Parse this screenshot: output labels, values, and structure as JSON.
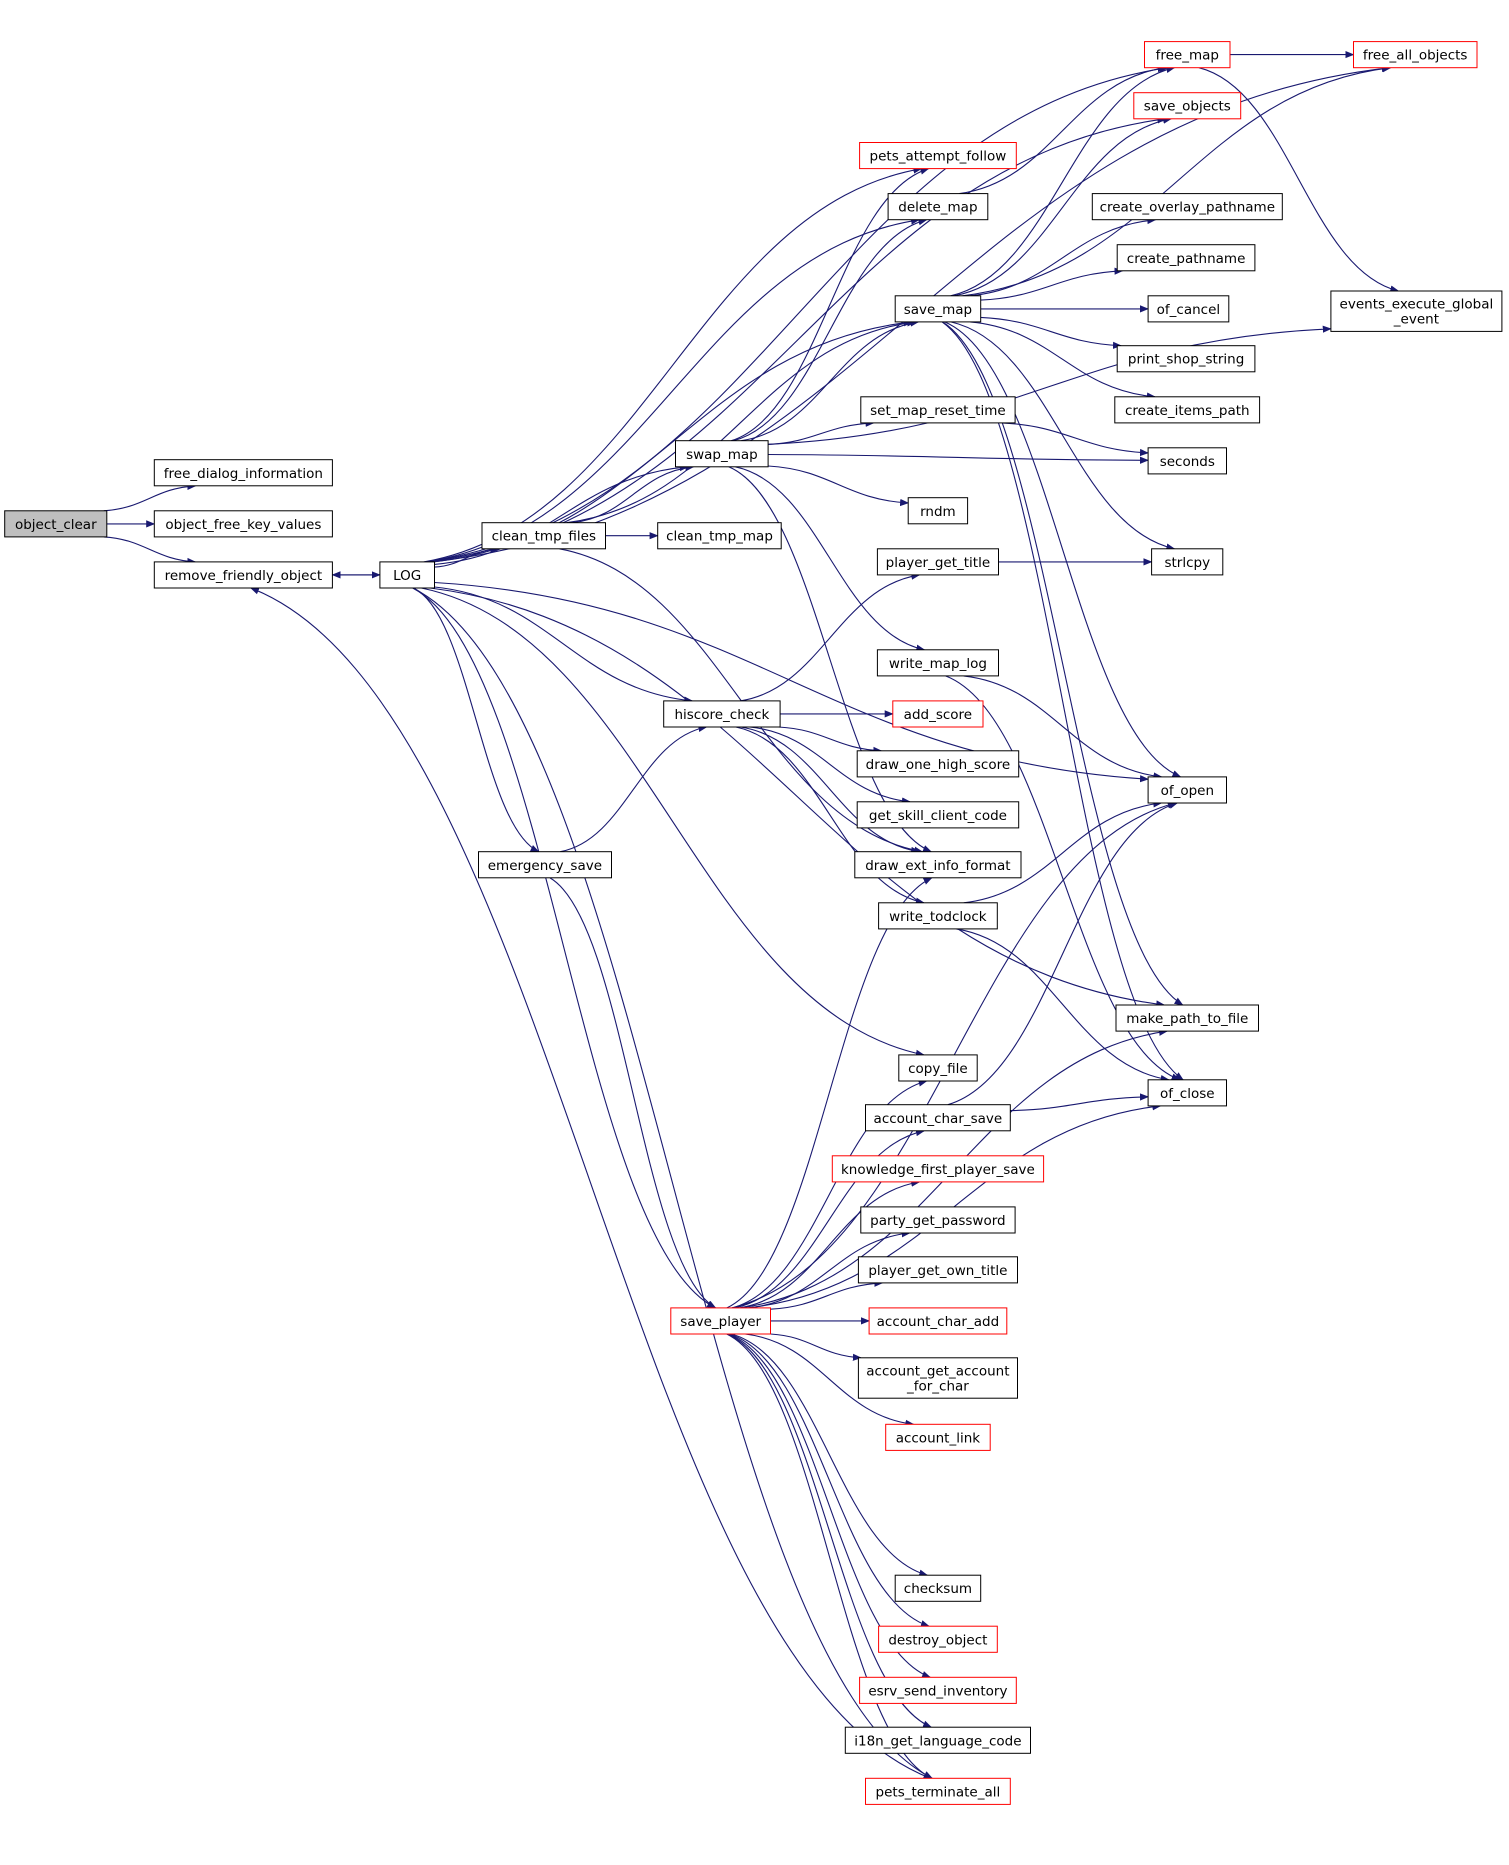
{
  "colors": {
    "edge": "#191970",
    "node_border": "#000000",
    "truncated_border": "#ff0000",
    "root_fill": "#bfbfbf"
  },
  "nodes": {
    "object_clear": "object_clear",
    "free_dialog_information": "free_dialog_information",
    "object_free_key_values": "object_free_key_values",
    "remove_friendly_object": "remove_friendly_object",
    "LOG": "LOG",
    "clean_tmp_files": "clean_tmp_files",
    "clean_tmp_map": "clean_tmp_map",
    "swap_map": "swap_map",
    "emergency_save": "emergency_save",
    "hiscore_check": "hiscore_check",
    "save_player": "save_player",
    "free_map": "free_map",
    "free_all_objects": "free_all_objects",
    "save_objects": "save_objects",
    "pets_attempt_follow": "pets_attempt_follow",
    "delete_map": "delete_map",
    "save_map": "save_map",
    "create_overlay_pathname": "create_overlay_pathname",
    "create_pathname": "create_pathname",
    "of_cancel": "of_cancel",
    "print_shop_string": "print_shop_string",
    "create_items_path": "create_items_path",
    "set_map_reset_time": "set_map_reset_time",
    "seconds": "seconds",
    "rndm": "rndm",
    "player_get_title": "player_get_title",
    "strlcpy": "strlcpy",
    "write_map_log": "write_map_log",
    "add_score": "add_score",
    "draw_one_high_score": "draw_one_high_score",
    "get_skill_client_code": "get_skill_client_code",
    "draw_ext_info_format": "draw_ext_info_format",
    "write_todclock": "write_todclock",
    "of_open": "of_open",
    "make_path_to_file": "make_path_to_file",
    "copy_file": "copy_file",
    "account_char_save": "account_char_save",
    "of_close": "of_close",
    "knowledge_first_player_save": "knowledge_first_player_save",
    "party_get_password": "party_get_password",
    "player_get_own_title": "player_get_own_title",
    "account_char_add": "account_char_add",
    "account_get_account_for_char": [
      "account_get_account",
      "_for_char"
    ],
    "account_link": "account_link",
    "checksum": "checksum",
    "destroy_object": "destroy_object",
    "esrv_send_inventory": "esrv_send_inventory",
    "i18n_get_language_code": "i18n_get_language_code",
    "pets_terminate_all": "pets_terminate_all",
    "events_execute_global_event": [
      "events_execute_global",
      "_event"
    ]
  },
  "truncated_nodes": [
    "free_map",
    "free_all_objects",
    "save_objects",
    "pets_attempt_follow",
    "save_player",
    "add_score",
    "knowledge_first_player_save",
    "account_char_add",
    "account_link",
    "destroy_object",
    "esrv_send_inventory",
    "pets_terminate_all"
  ],
  "root_node": "object_clear",
  "edges": [
    [
      "object_clear",
      "free_dialog_information"
    ],
    [
      "object_clear",
      "object_free_key_values"
    ],
    [
      "object_clear",
      "remove_friendly_object"
    ],
    [
      "remove_friendly_object",
      "LOG"
    ],
    [
      "LOG",
      "remove_friendly_object"
    ],
    [
      "LOG",
      "clean_tmp_files"
    ],
    [
      "LOG",
      "swap_map"
    ],
    [
      "LOG",
      "emergency_save"
    ],
    [
      "LOG",
      "free_map"
    ],
    [
      "LOG",
      "free_all_objects"
    ],
    [
      "LOG",
      "save_objects"
    ],
    [
      "LOG",
      "pets_attempt_follow"
    ],
    [
      "LOG",
      "delete_map"
    ],
    [
      "LOG",
      "save_map"
    ],
    [
      "LOG",
      "hiscore_check"
    ],
    [
      "LOG",
      "copy_file"
    ],
    [
      "LOG",
      "make_path_to_file"
    ],
    [
      "LOG",
      "of_open"
    ],
    [
      "LOG",
      "save_player"
    ],
    [
      "LOG",
      "pets_terminate_all"
    ],
    [
      "clean_tmp_files",
      "clean_tmp_map"
    ],
    [
      "clean_tmp_files",
      "swap_map"
    ],
    [
      "clean_tmp_files",
      "save_map"
    ],
    [
      "clean_tmp_files",
      "draw_ext_info_format"
    ],
    [
      "swap_map",
      "pets_attempt_follow"
    ],
    [
      "swap_map",
      "delete_map"
    ],
    [
      "swap_map",
      "save_map"
    ],
    [
      "swap_map",
      "set_map_reset_time"
    ],
    [
      "swap_map",
      "seconds"
    ],
    [
      "swap_map",
      "rndm"
    ],
    [
      "swap_map",
      "write_map_log"
    ],
    [
      "swap_map",
      "draw_ext_info_format"
    ],
    [
      "swap_map",
      "events_execute_global_event"
    ],
    [
      "delete_map",
      "free_map"
    ],
    [
      "free_map",
      "free_all_objects"
    ],
    [
      "free_map",
      "events_execute_global_event"
    ],
    [
      "save_map",
      "free_map"
    ],
    [
      "save_map",
      "save_objects"
    ],
    [
      "save_map",
      "free_all_objects"
    ],
    [
      "save_map",
      "create_overlay_pathname"
    ],
    [
      "save_map",
      "create_pathname"
    ],
    [
      "save_map",
      "of_cancel"
    ],
    [
      "save_map",
      "print_shop_string"
    ],
    [
      "save_map",
      "create_items_path"
    ],
    [
      "save_map",
      "strlcpy"
    ],
    [
      "save_map",
      "of_open"
    ],
    [
      "save_map",
      "of_close"
    ],
    [
      "save_map",
      "make_path_to_file"
    ],
    [
      "set_map_reset_time",
      "seconds"
    ],
    [
      "player_get_title",
      "strlcpy"
    ],
    [
      "write_map_log",
      "of_open"
    ],
    [
      "write_map_log",
      "of_close"
    ],
    [
      "hiscore_check",
      "player_get_title"
    ],
    [
      "hiscore_check",
      "add_score"
    ],
    [
      "hiscore_check",
      "draw_one_high_score"
    ],
    [
      "hiscore_check",
      "get_skill_client_code"
    ],
    [
      "hiscore_check",
      "draw_ext_info_format"
    ],
    [
      "hiscore_check",
      "write_todclock"
    ],
    [
      "emergency_save",
      "hiscore_check"
    ],
    [
      "emergency_save",
      "save_player"
    ],
    [
      "write_todclock",
      "of_open"
    ],
    [
      "write_todclock",
      "of_close"
    ],
    [
      "account_char_save",
      "of_open"
    ],
    [
      "account_char_save",
      "of_close"
    ],
    [
      "save_player",
      "draw_ext_info_format"
    ],
    [
      "save_player",
      "copy_file"
    ],
    [
      "save_player",
      "account_char_save"
    ],
    [
      "save_player",
      "knowledge_first_player_save"
    ],
    [
      "save_player",
      "party_get_password"
    ],
    [
      "save_player",
      "player_get_own_title"
    ],
    [
      "save_player",
      "account_char_add"
    ],
    [
      "save_player",
      "account_get_account_for_char"
    ],
    [
      "save_player",
      "account_link"
    ],
    [
      "save_player",
      "of_open"
    ],
    [
      "save_player",
      "make_path_to_file"
    ],
    [
      "save_player",
      "of_close"
    ],
    [
      "save_player",
      "checksum"
    ],
    [
      "save_player",
      "destroy_object"
    ],
    [
      "save_player",
      "esrv_send_inventory"
    ],
    [
      "save_player",
      "i18n_get_language_code"
    ],
    [
      "save_player",
      "pets_terminate_all"
    ],
    [
      "pets_terminate_all",
      "remove_friendly_object"
    ]
  ]
}
